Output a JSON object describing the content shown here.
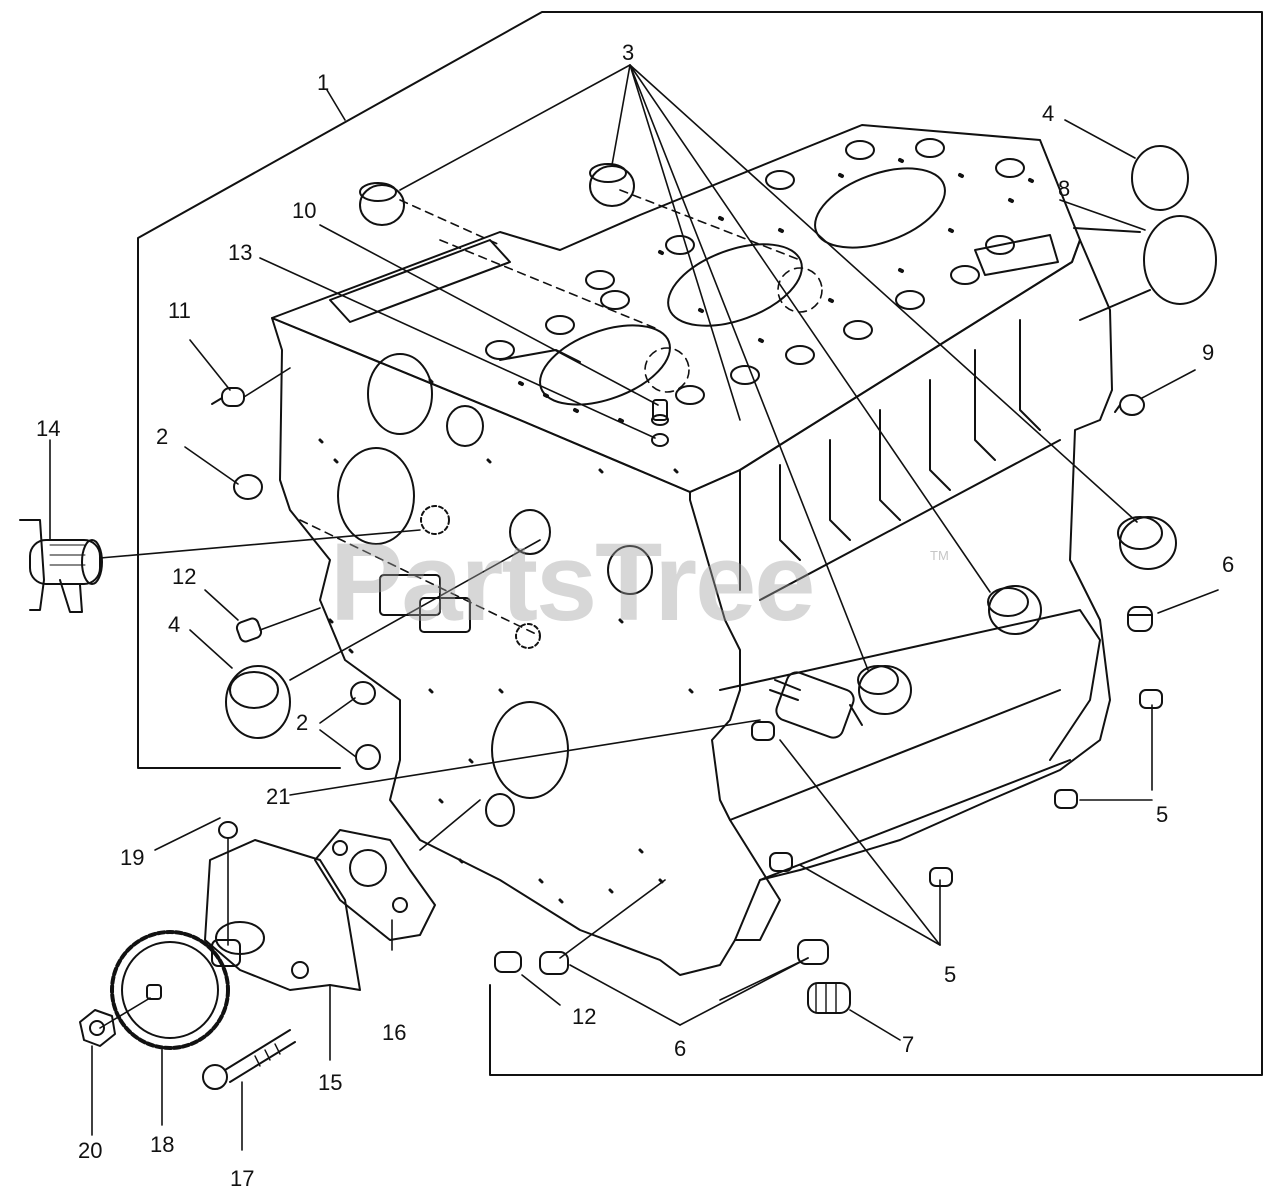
{
  "diagram": {
    "watermark": "PartsTree",
    "watermark_tm": "TM",
    "callouts": {
      "c1": "1",
      "c2a": "2",
      "c2b": "2",
      "c3": "3",
      "c4a": "4",
      "c4b": "4",
      "c5a": "5",
      "c5b": "5",
      "c6a": "6",
      "c6b": "6",
      "c7": "7",
      "c8": "8",
      "c9": "9",
      "c10": "10",
      "c11": "11",
      "c12a": "12",
      "c12b": "12",
      "c13": "13",
      "c14": "14",
      "c15": "15",
      "c16": "16",
      "c17": "17",
      "c18": "18",
      "c19": "19",
      "c20": "20",
      "c21": "21"
    }
  }
}
